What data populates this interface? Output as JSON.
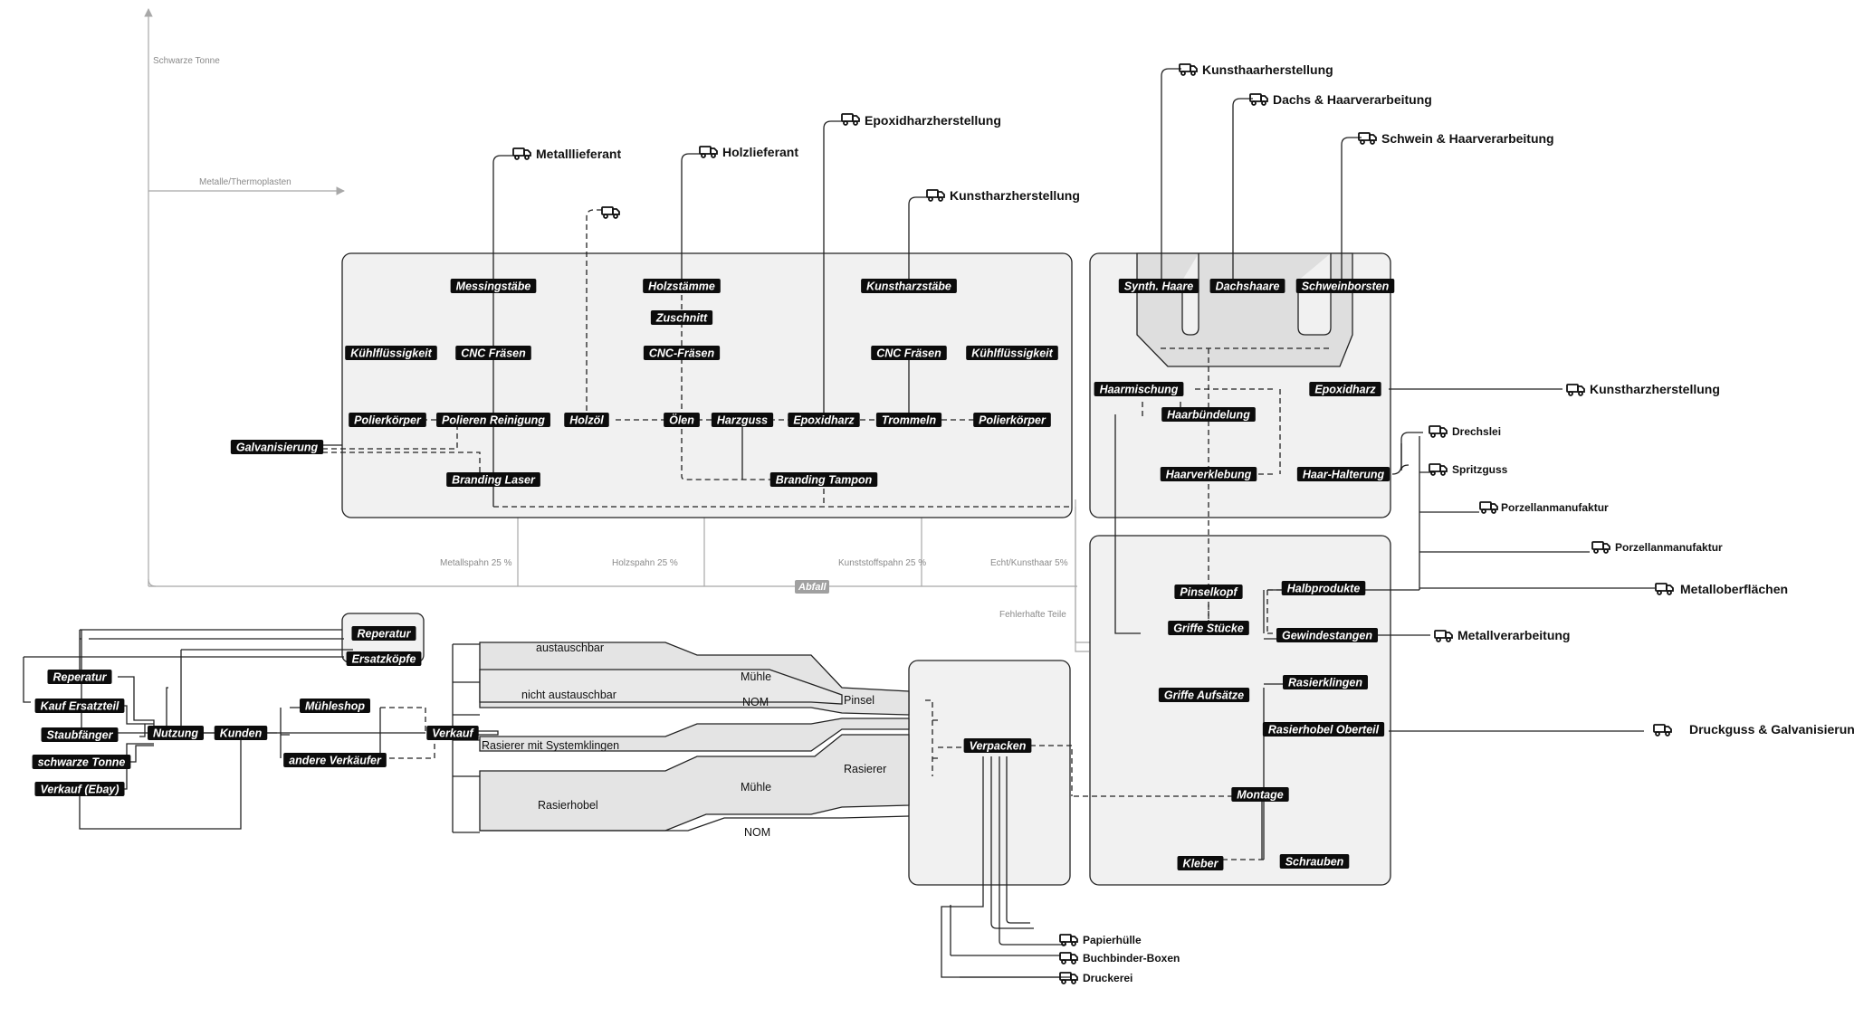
{
  "axis": {
    "vertical_label": "Schwarze Tonne",
    "horizontal_label": "Metalle/Thermoplasten",
    "abfall_label": "Abfall",
    "waste_shares": [
      "Metallspahn 25 %",
      "Holzspahn 25 %",
      "Kunststoffspahn 25 %",
      "Echt/Kunsthaar 5%"
    ],
    "faulty_parts": "Fehlerhafte Teile"
  },
  "suppliers_top": {
    "metall": "Metalllieferant",
    "holz": "Holzlieferant",
    "epoxid": "Epoxidharzherstellung",
    "kunstharz": "Kunstharzherstellung",
    "kunsthaar": "Kunsthaarherstellung",
    "dachs": "Dachs & Haarverarbeitung",
    "schwein": "Schwein & Haarverarbeitung"
  },
  "production": {
    "messingstaebe": "Messingstäbe",
    "kuehl1": "Kühlflüssigkeit",
    "cnc1": "CNC Fräsen",
    "polierkoerper1": "Polierkörper",
    "polieren": "Polieren Reinigung",
    "galvanisierung": "Galvanisierung",
    "branding_laser": "Branding Laser",
    "holzstaemme": "Holzstämme",
    "zuschnitt": "Zuschnitt",
    "cnc2": "CNC-Fräsen",
    "holzoel": "Holzöl",
    "oelen": "Ölen",
    "harzguss": "Harzguss",
    "epoxidharz": "Epoxidharz",
    "branding_tampon": "Branding Tampon",
    "kunstharzstaebe": "Kunstharzstäbe",
    "cnc3": "CNC Fräsen",
    "kuehl2": "Kühlflüssigkeit",
    "trommeln": "Trommeln",
    "polierkoerper2": "Polierkörper"
  },
  "hair": {
    "synth": "Synth. Haare",
    "dachshaare": "Dachshaare",
    "schweinborsten": "Schweinborsten",
    "haarmischung": "Haarmischung",
    "epoxidharz": "Epoxidharz",
    "haarbuendelung": "Haarbündelung",
    "haarverklebung": "Haarverklebung",
    "haar_halterung": "Haar-Halterung"
  },
  "suppliers_right": {
    "kunstharz": "Kunstharzherstellung",
    "drechslei": "Drechslei",
    "spritzguss": "Spritzguss",
    "porzellan1": "Porzellanmanufaktur",
    "porzellan2": "Porzellanmanufaktur",
    "metalloberflaechen": "Metalloberflächen",
    "metallverarbeitung": "Metallverarbeitung",
    "druckguss": "Druckguss & Galvanisierung"
  },
  "assembly": {
    "pinselkopf": "Pinselkopf",
    "halbprodukte": "Halbprodukte",
    "griffe_stuecke": "Griffe Stücke",
    "gewindestangen": "Gewindestangen",
    "griffe_aufsaetze": "Griffe Aufsätze",
    "rasierklingen": "Rasierklingen",
    "rasierhobel_oberteil": "Rasierhobel Oberteil",
    "montage": "Montage",
    "kleber": "Kleber",
    "schrauben": "Schrauben"
  },
  "usage": {
    "reperatur_box": "Reperatur",
    "ersatzkoepfe": "Ersatzköpfe",
    "reperatur": "Reperatur",
    "kauf_ersatzteil": "Kauf Ersatzteil",
    "staubfaenger": "Staubfänger",
    "schwarze_tonne": "schwarze Tonne",
    "verkauf_ebay": "Verkauf (Ebay)",
    "nutzung": "Nutzung",
    "kunden": "Kunden",
    "muehleshop": "Mühleshop",
    "andere_verkaeufer": "andere Verkäufer",
    "verkauf": "Verkauf"
  },
  "products": {
    "austauschbar": "austauschbar",
    "nicht_austauschbar": "nicht austauschbar",
    "muehle1": "Mühle",
    "nom1": "NOM",
    "pinsel": "Pinsel",
    "rasierer_system": "Rasierer mit Systemklingen",
    "rasierer": "Rasierer",
    "muehle2": "Mühle",
    "rasierhobel": "Rasierhobel",
    "nom2": "NOM",
    "verpacken": "Verpacken"
  },
  "packaging": {
    "papierhuelle": "Papierhülle",
    "buchbinder": "Buchbinder-Boxen",
    "druckerei": "Druckerei"
  }
}
